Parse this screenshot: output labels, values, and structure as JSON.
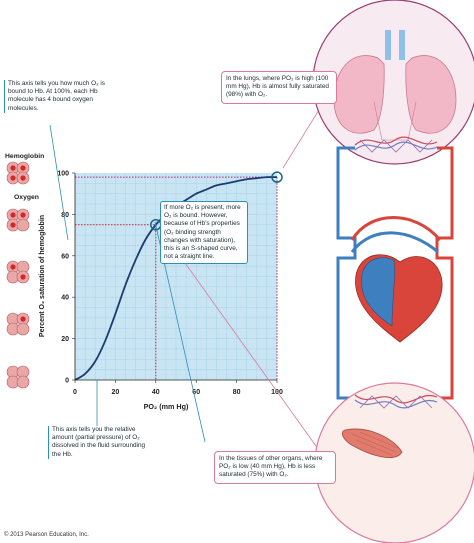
{
  "annotations": {
    "y_axis_note": "This axis tells you how much O₂ is bound to Hb. At 100%, each Hb molecule has 4 bound oxygen molecules.",
    "x_axis_note": "This axis tells you the relative amount (partial pressure) of O₂ dissolved in the fluid surrounding the Hb.",
    "curve_note": "If more O₂ is present, more O₂ is bound. However, because of Hb's properties (O₂ binding strength changes with saturation), this is an S-shaped curve, not a straight line.",
    "lungs_note": "In the lungs, where PO₂ is high (100 mm Hg), Hb is almost fully saturated (98%) with O₂.",
    "tissue_note": "In the tissues of other organs, where PO₂ is low (40 mm Hg), Hb is less saturated (75%) with O₂."
  },
  "legend": {
    "hemoglobin": "Hemoglobin",
    "oxygen": "Oxygen"
  },
  "copyright": "© 2013 Pearson Education, Inc.",
  "colors": {
    "grid_fill": "#c9e5f3",
    "curve": "#1c3b70",
    "marker": "#18688a",
    "dotted_red": "#cc2233",
    "dotted_purple": "#aa2277",
    "artery": "#d9453a",
    "vein": "#3e7fc0",
    "lung_fill": "#f3b8c8",
    "muscle": "#e07b6e"
  },
  "chart_data": {
    "type": "line",
    "xlabel": "PO₂ (mm Hg)",
    "ylabel": "Percent O₂ saturation of hemoglobin",
    "xlim": [
      0,
      100
    ],
    "ylim": [
      0,
      100
    ],
    "x_ticks": [
      0,
      20,
      40,
      60,
      80,
      100
    ],
    "y_ticks": [
      0,
      20,
      40,
      60,
      80,
      100
    ],
    "grid": true,
    "series": [
      {
        "x": [
          0,
          5,
          10,
          15,
          20,
          25,
          30,
          35,
          40,
          45,
          50,
          55,
          60,
          65,
          70,
          75,
          80,
          85,
          90,
          95,
          100
        ],
        "values": [
          0,
          3,
          9,
          19,
          32,
          46,
          58,
          68,
          75,
          80,
          84,
          87,
          90,
          92,
          94,
          95,
          96,
          97,
          97.5,
          98,
          98
        ]
      }
    ],
    "markers": [
      {
        "x": 40,
        "y": 75
      },
      {
        "x": 100,
        "y": 98
      }
    ]
  }
}
